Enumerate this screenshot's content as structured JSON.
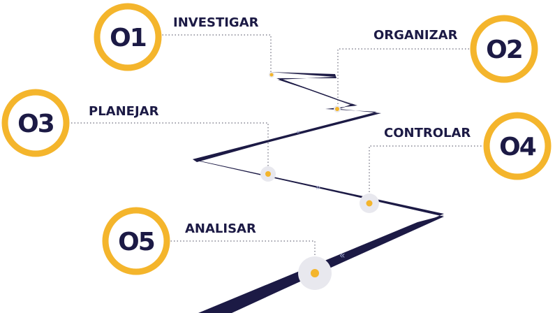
{
  "colors": {
    "accent": "#f4b52c",
    "road": "#1c1a45",
    "text": "#1c1a45",
    "marker_halo": "#e8e8ee"
  },
  "steps": [
    {
      "number": "O1",
      "label": "INVESTIGAR"
    },
    {
      "number": "O2",
      "label": "ORGANIZAR"
    },
    {
      "number": "O3",
      "label": "PLANEJAR"
    },
    {
      "number": "O4",
      "label": "CONTROLAR"
    },
    {
      "number": "O5",
      "label": "ANALISAR"
    }
  ],
  "road": {
    "direction_arrows": [
      "«",
      "»",
      "«"
    ]
  }
}
